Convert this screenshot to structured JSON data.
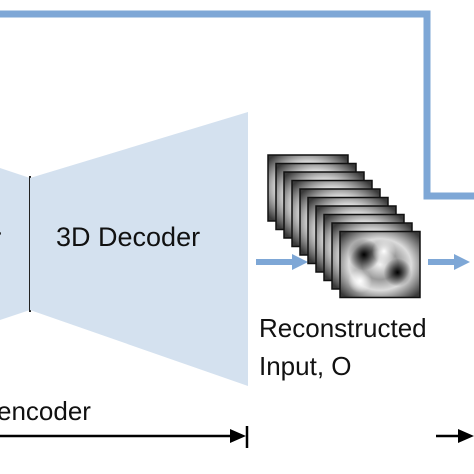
{
  "diagram": {
    "encoder_label_cut": "r",
    "decoder_label": "3D Decoder",
    "reconstructed_label_line1": "Reconstructed",
    "reconstructed_label_line2": "Input, O",
    "autoencoder_label_cut": "encoder"
  },
  "colors": {
    "trapezoid_fill": "#d4e1ef",
    "arrow_blue": "#7ea7d6",
    "arrow_black": "#000000",
    "text": "#111111"
  }
}
